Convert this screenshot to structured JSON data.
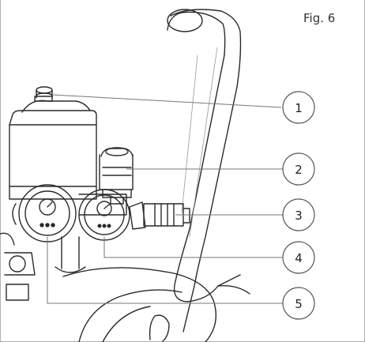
{
  "figure": {
    "label": "Fig. 6"
  },
  "callouts": [
    {
      "number": "1"
    },
    {
      "number": "2"
    },
    {
      "number": "3"
    },
    {
      "number": "4"
    },
    {
      "number": "5"
    }
  ]
}
